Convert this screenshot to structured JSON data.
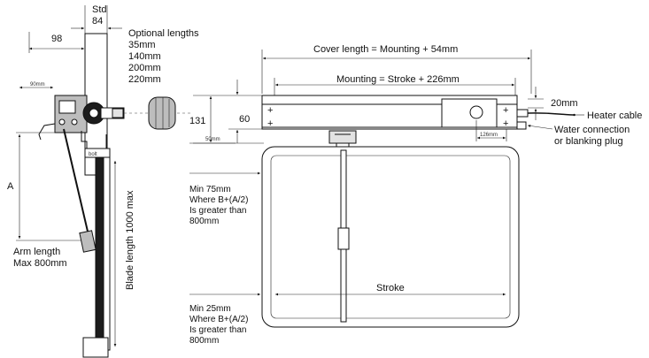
{
  "left_view": {
    "std_label": "Std",
    "std_value": "84",
    "width_98": "98",
    "small_90": "90mm",
    "small_bolt": "bolt",
    "optional_title": "Optional lengths",
    "optional_lengths": [
      "35mm",
      "140mm",
      "200mm",
      "220mm"
    ],
    "a_label": "A",
    "arm_length_label": "Arm length",
    "arm_length_max": "Max 800mm",
    "blade_length_label": "Blade length 1000 max"
  },
  "right_view": {
    "cover_length": "Cover length = Mounting + 54mm",
    "mounting": "Mounting = Stroke + 226mm",
    "dim_131": "131",
    "dim_60": "60",
    "dim_50": "50mm",
    "dim_126": "126mm",
    "dim_20": "20mm",
    "heater_cable": "Heater cable",
    "water_line1": "Water connection",
    "water_line2": "or blanking plug",
    "stroke": "Stroke",
    "min75": [
      "Min 75mm",
      "Where B+(A/2)",
      "Is greater than",
      "800mm"
    ],
    "min25": [
      "Min 25mm",
      "Where B+(A/2)",
      "Is greater than",
      "800mm"
    ]
  }
}
